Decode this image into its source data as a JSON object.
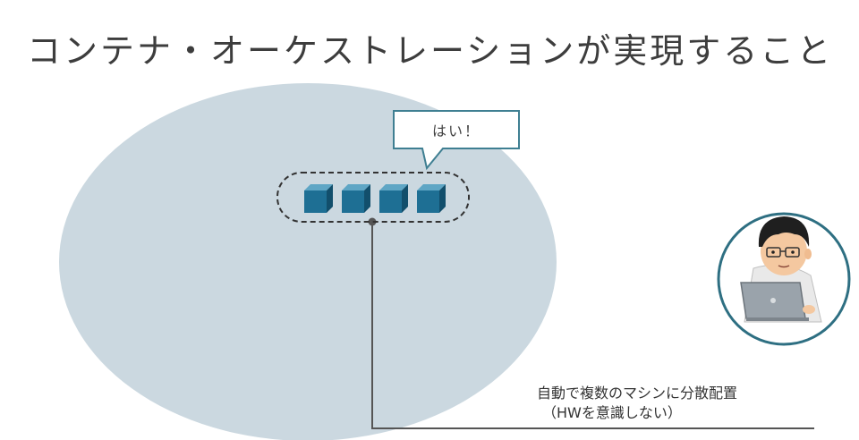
{
  "slide": {
    "title": "コンテナ・オーケストレーションが実現すること"
  },
  "speech_bubble": {
    "text": "はい！"
  },
  "caption": {
    "line1": "自動で複数のマシンに分散配置",
    "line2": "（HWを意識しない）"
  },
  "containers": [
    {
      "id": "container-1"
    },
    {
      "id": "container-2"
    },
    {
      "id": "container-3"
    },
    {
      "id": "container-4"
    }
  ],
  "colors": {
    "cluster_fill": "#cbd8e0",
    "cube_front": "#1e6f94",
    "cube_top": "#5fa6c5",
    "cube_side": "#124f6c",
    "bubble_border": "#3f7f92",
    "avatar_ring": "#2e6f82",
    "connector_line": "#555555"
  },
  "icons": {
    "user": "developer-with-laptop-icon"
  }
}
